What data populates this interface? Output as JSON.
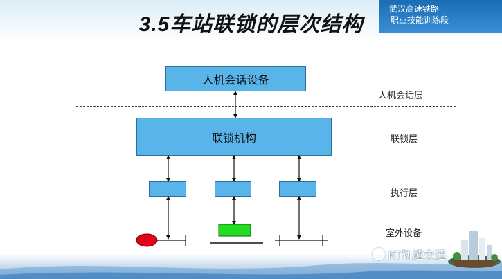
{
  "slide": {
    "title": "3.5车站联锁的层次结构",
    "brand_line1": "武汉高速铁路",
    "brand_line2": "职业技能训练段",
    "watermark": "RT轨道交通"
  },
  "diagram": {
    "hmi_box": "人机会话设备",
    "interlock_box": "联锁机构",
    "layers": {
      "hmi": "人机会话层",
      "interlock": "联锁层",
      "execution": "执行层",
      "outdoor": "室外设备"
    }
  },
  "colors": {
    "box_fill": "#59b4ea",
    "box_border": "#2b6f9c",
    "signal_red": "#e2001a",
    "device_green": "#22dd22",
    "brand_blue": "#1a6cb3"
  }
}
